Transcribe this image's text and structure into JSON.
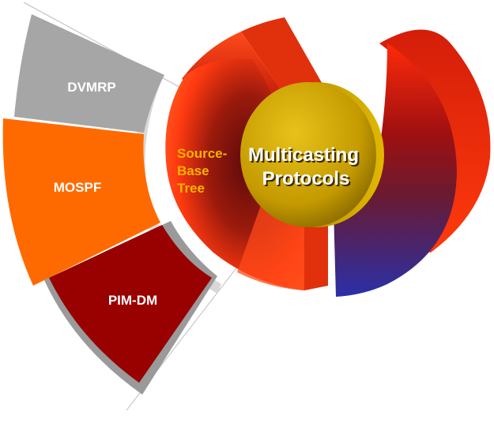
{
  "diagram": {
    "center": {
      "line1": "Multicasting",
      "line2": "Protocols"
    },
    "branch": {
      "line1": "Source-",
      "line2": "Base",
      "line3": "Tree"
    },
    "segments": [
      {
        "label": "DVMRP",
        "color": "#a6a6a6"
      },
      {
        "label": "MOSPF",
        "color": "#ff6a00"
      },
      {
        "label": "PIM-DM",
        "color": "#990000"
      }
    ],
    "colors": {
      "hub": "#c8a000",
      "hub_text": "#ffffff",
      "branch_text": "#f6b400",
      "ring_top": "#ff3a10",
      "ring_mid": "#7a1010",
      "blue_arc": "#2a2f9a"
    }
  }
}
